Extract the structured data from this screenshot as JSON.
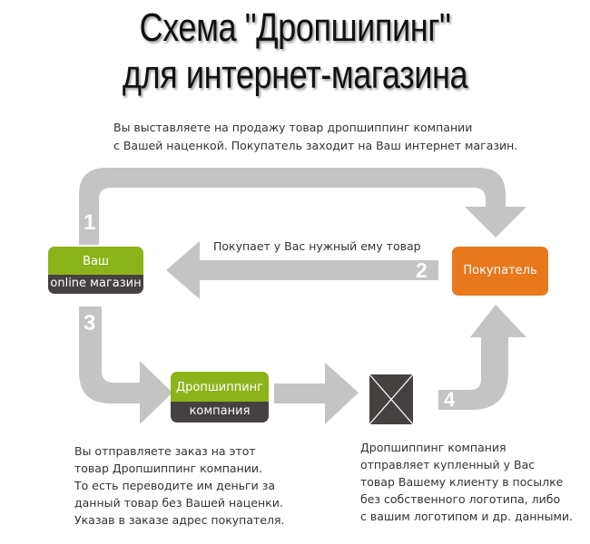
{
  "title": {
    "line1": "Схема \"Дропшипинг\"",
    "line2": "для интернет-магазина"
  },
  "steps": {
    "step1": {
      "number": "1",
      "text_lines": [
        "Вы выставляете на продажу товар дропшиппинг компании",
        "с Вашей наценкой. Покупатель заходит на Ваш интернет магазин."
      ]
    },
    "step2": {
      "number": "2",
      "text": "Покупает у Вас нужный ему товар"
    },
    "step3": {
      "number": "3",
      "text_lines": [
        "Вы отправляете заказ на этот",
        "товар Дропшиппинг компании.",
        "То есть переводите им деньги за",
        "данный товар без Вашей наценки.",
        "Указав в заказе адрес покупателя."
      ]
    },
    "step4": {
      "number": "4",
      "text_lines": [
        "Дропшиппинг компания",
        "отправляет купленный у Вас",
        "товар Вашему клиенту в посылке",
        "без собственного логотипа, либо",
        "с вашим логотипом и др. данными."
      ]
    }
  },
  "nodes": {
    "shop": {
      "top": "Ваш",
      "bottom": "online магазин"
    },
    "buyer": {
      "label": "Покупатель"
    },
    "dropship": {
      "top": "Дропшиппинг",
      "bottom": "компания"
    },
    "parcel": {
      "icon": "parcel-box-icon"
    }
  },
  "colors": {
    "green": "#8db31a",
    "dark": "#464141",
    "orange": "#e8781e",
    "arrow": "#c4c4c4"
  }
}
